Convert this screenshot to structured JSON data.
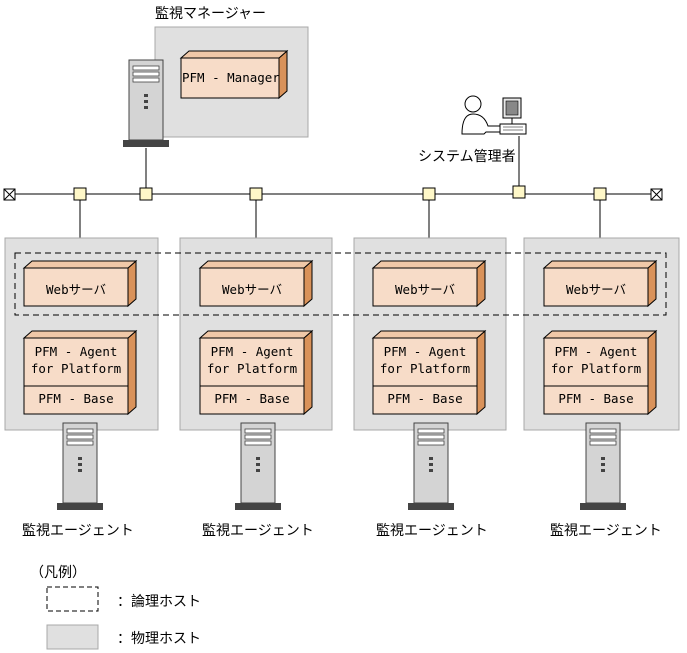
{
  "manager": {
    "title": "監視マネージャー",
    "component": "PFM - Manager"
  },
  "admin": {
    "label": "システム管理者"
  },
  "agents": [
    {
      "web": "Webサーバ",
      "agent_line1": "PFM - Agent",
      "agent_line2": "for Platform",
      "base": "PFM - Base",
      "label": "監視エージェント"
    },
    {
      "web": "Webサーバ",
      "agent_line1": "PFM - Agent",
      "agent_line2": "for Platform",
      "base": "PFM - Base",
      "label": "監視エージェント"
    },
    {
      "web": "Webサーバ",
      "agent_line1": "PFM - Agent",
      "agent_line2": "for Platform",
      "base": "PFM - Base",
      "label": "監視エージェント"
    },
    {
      "web": "Webサーバ",
      "agent_line1": "PFM - Agent",
      "agent_line2": "for Platform",
      "base": "PFM - Base",
      "label": "監視エージェント"
    }
  ],
  "legend": {
    "title": "（凡例）",
    "logical_host": "：論理ホスト",
    "physical_host": "：物理ホスト"
  },
  "colors": {
    "host_fill": "#e0e0e0",
    "host_border": "#a8a8a8",
    "component_face": "#f7dcc8",
    "component_side": "#d9925a",
    "node_fill": "#fff8c8",
    "server_body": "#d0d0d0"
  }
}
